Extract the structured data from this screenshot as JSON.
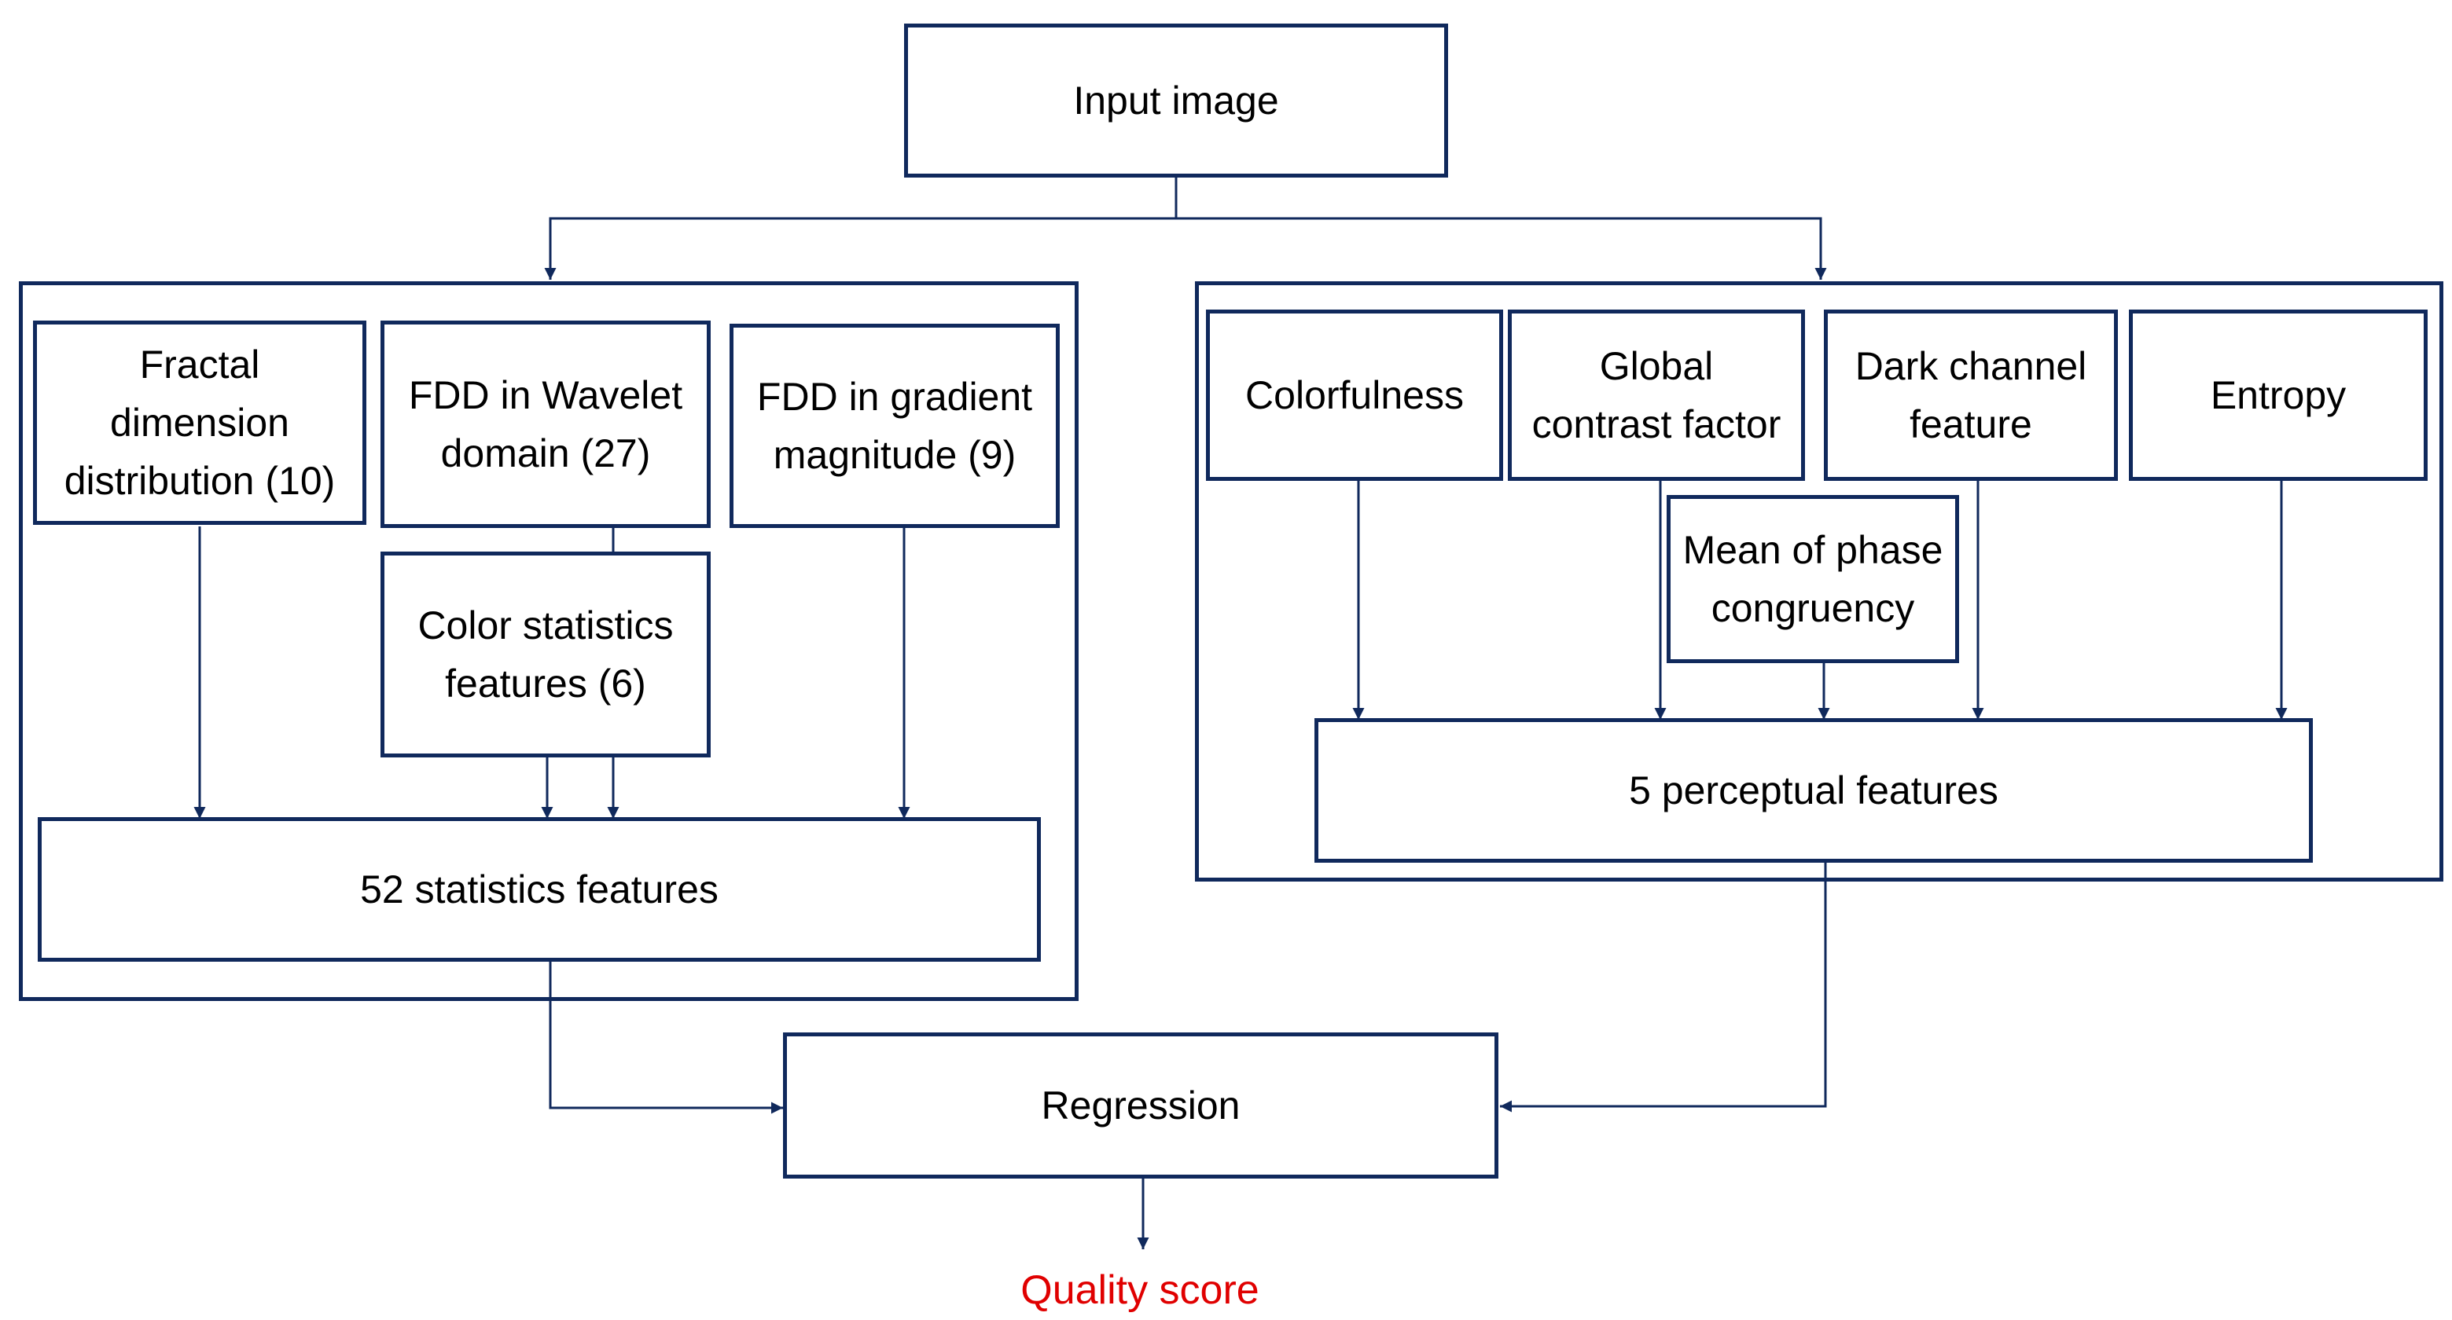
{
  "diagram": {
    "input": "Input image",
    "left_group": {
      "fractal": "Fractal\ndimension\ndistribution (10)",
      "fdd_wavelet": "FDD in Wavelet\ndomain (27)",
      "fdd_gradient": "FDD in gradient\nmagnitude (9)",
      "color_stats": "Color statistics\nfeatures (6)",
      "statistics": "52 statistics features"
    },
    "right_group": {
      "colorfulness": "Colorfulness",
      "global_contrast": "Global\ncontrast factor",
      "dark_channel": "Dark channel\nfeature",
      "entropy": "Entropy",
      "phase_congruency": "Mean of phase\ncongruency",
      "perceptual": "5 perceptual features"
    },
    "regression": "Regression",
    "output": "Quality score"
  },
  "colors": {
    "line": "#10295c",
    "output_text": "#e00000"
  }
}
